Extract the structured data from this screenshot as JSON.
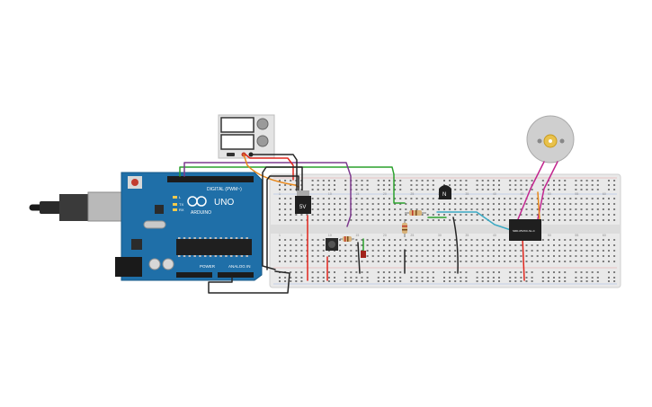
{
  "arduino": {
    "brand_text": "UNO",
    "logo_text": "ARDUINO",
    "digital_label": "DIGITAL (PWM~)",
    "power_label": "POWER",
    "analog_label": "ANALOG IN",
    "tx_label": "TX",
    "rx_label": "RX",
    "l_label": "L"
  },
  "breadboard": {
    "column_numbers": [
      "1",
      "5",
      "10",
      "15",
      "20",
      "25",
      "30",
      "35",
      "40",
      "45",
      "50",
      "55",
      "60"
    ]
  },
  "components": {
    "regulator_label": "5V",
    "transistor_label": "N",
    "relay_label": "SRD-05VDC-SL-C"
  },
  "colors": {
    "arduino_board": "#1f6fa8",
    "breadboard": "#e9e9e9",
    "wire_red": "#e0261d",
    "wire_black": "#262626",
    "wire_green": "#2aa12c",
    "wire_purple": "#7d3a8e",
    "wire_orange": "#e8871a",
    "wire_cyan": "#3aa9c4",
    "wire_magenta": "#c2268f"
  }
}
